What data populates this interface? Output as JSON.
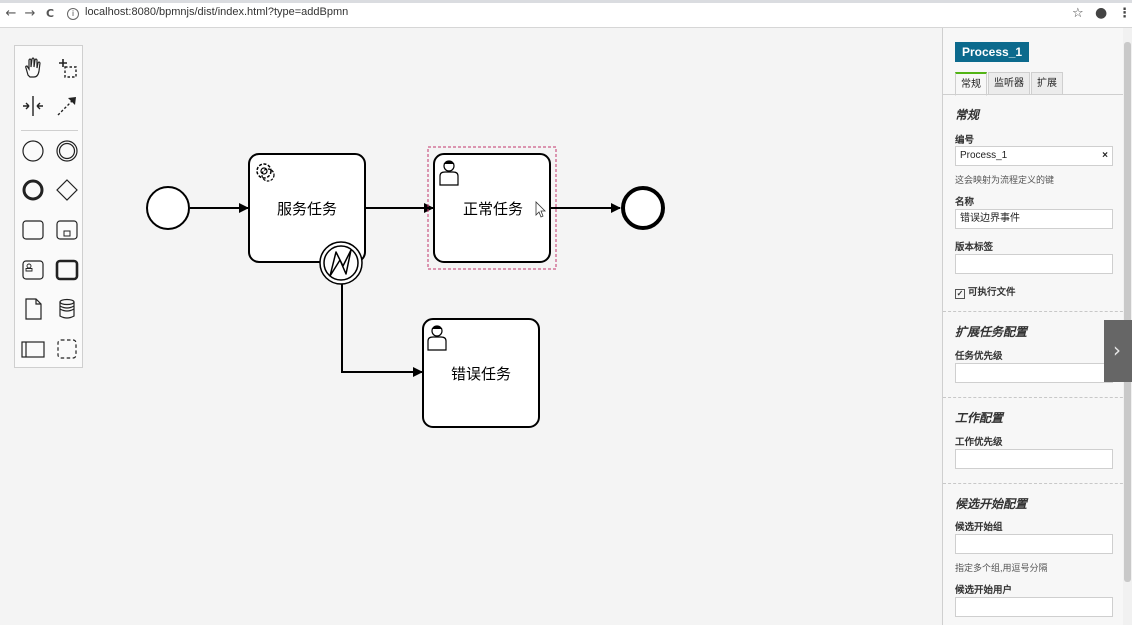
{
  "browser": {
    "back_icon": "←",
    "forward_icon": "→",
    "reload_icon": "C",
    "info_icon": "i",
    "url": "localhost:8080/bpmnjs/dist/index.html?type=addBpmn",
    "star_icon": "☆",
    "account_icon": "●",
    "menu_icon": "⋮"
  },
  "diagram": {
    "service_task": "服务任务",
    "normal_task": "正常任务",
    "error_task": "错误任务"
  },
  "panel": {
    "process_title": "Process_1",
    "tabs": [
      "常规",
      "监听器",
      "扩展"
    ],
    "general": {
      "group": "常规",
      "id_label": "编号",
      "id_value": "Process_1",
      "clear": "×",
      "id_hint": "这会映射为流程定义的键",
      "name_label": "名称",
      "name_value": "错误边界事件",
      "version_label": "版本标签",
      "version_value": "",
      "executable_label": "可执行文件",
      "executable_check": "✓"
    },
    "ext_task": {
      "group": "扩展任务配置",
      "priority_label": "任务优先级",
      "priority_value": ""
    },
    "job": {
      "group": "工作配置",
      "priority_label": "工作优先级",
      "priority_value": ""
    },
    "candidate": {
      "group": "候选开始配置",
      "groups_label": "候选开始组",
      "groups_value": "",
      "groups_hint": "指定多个组,用逗号分隔",
      "users_label": "候选开始用户",
      "users_value": ""
    },
    "toggle_icon": "›"
  }
}
